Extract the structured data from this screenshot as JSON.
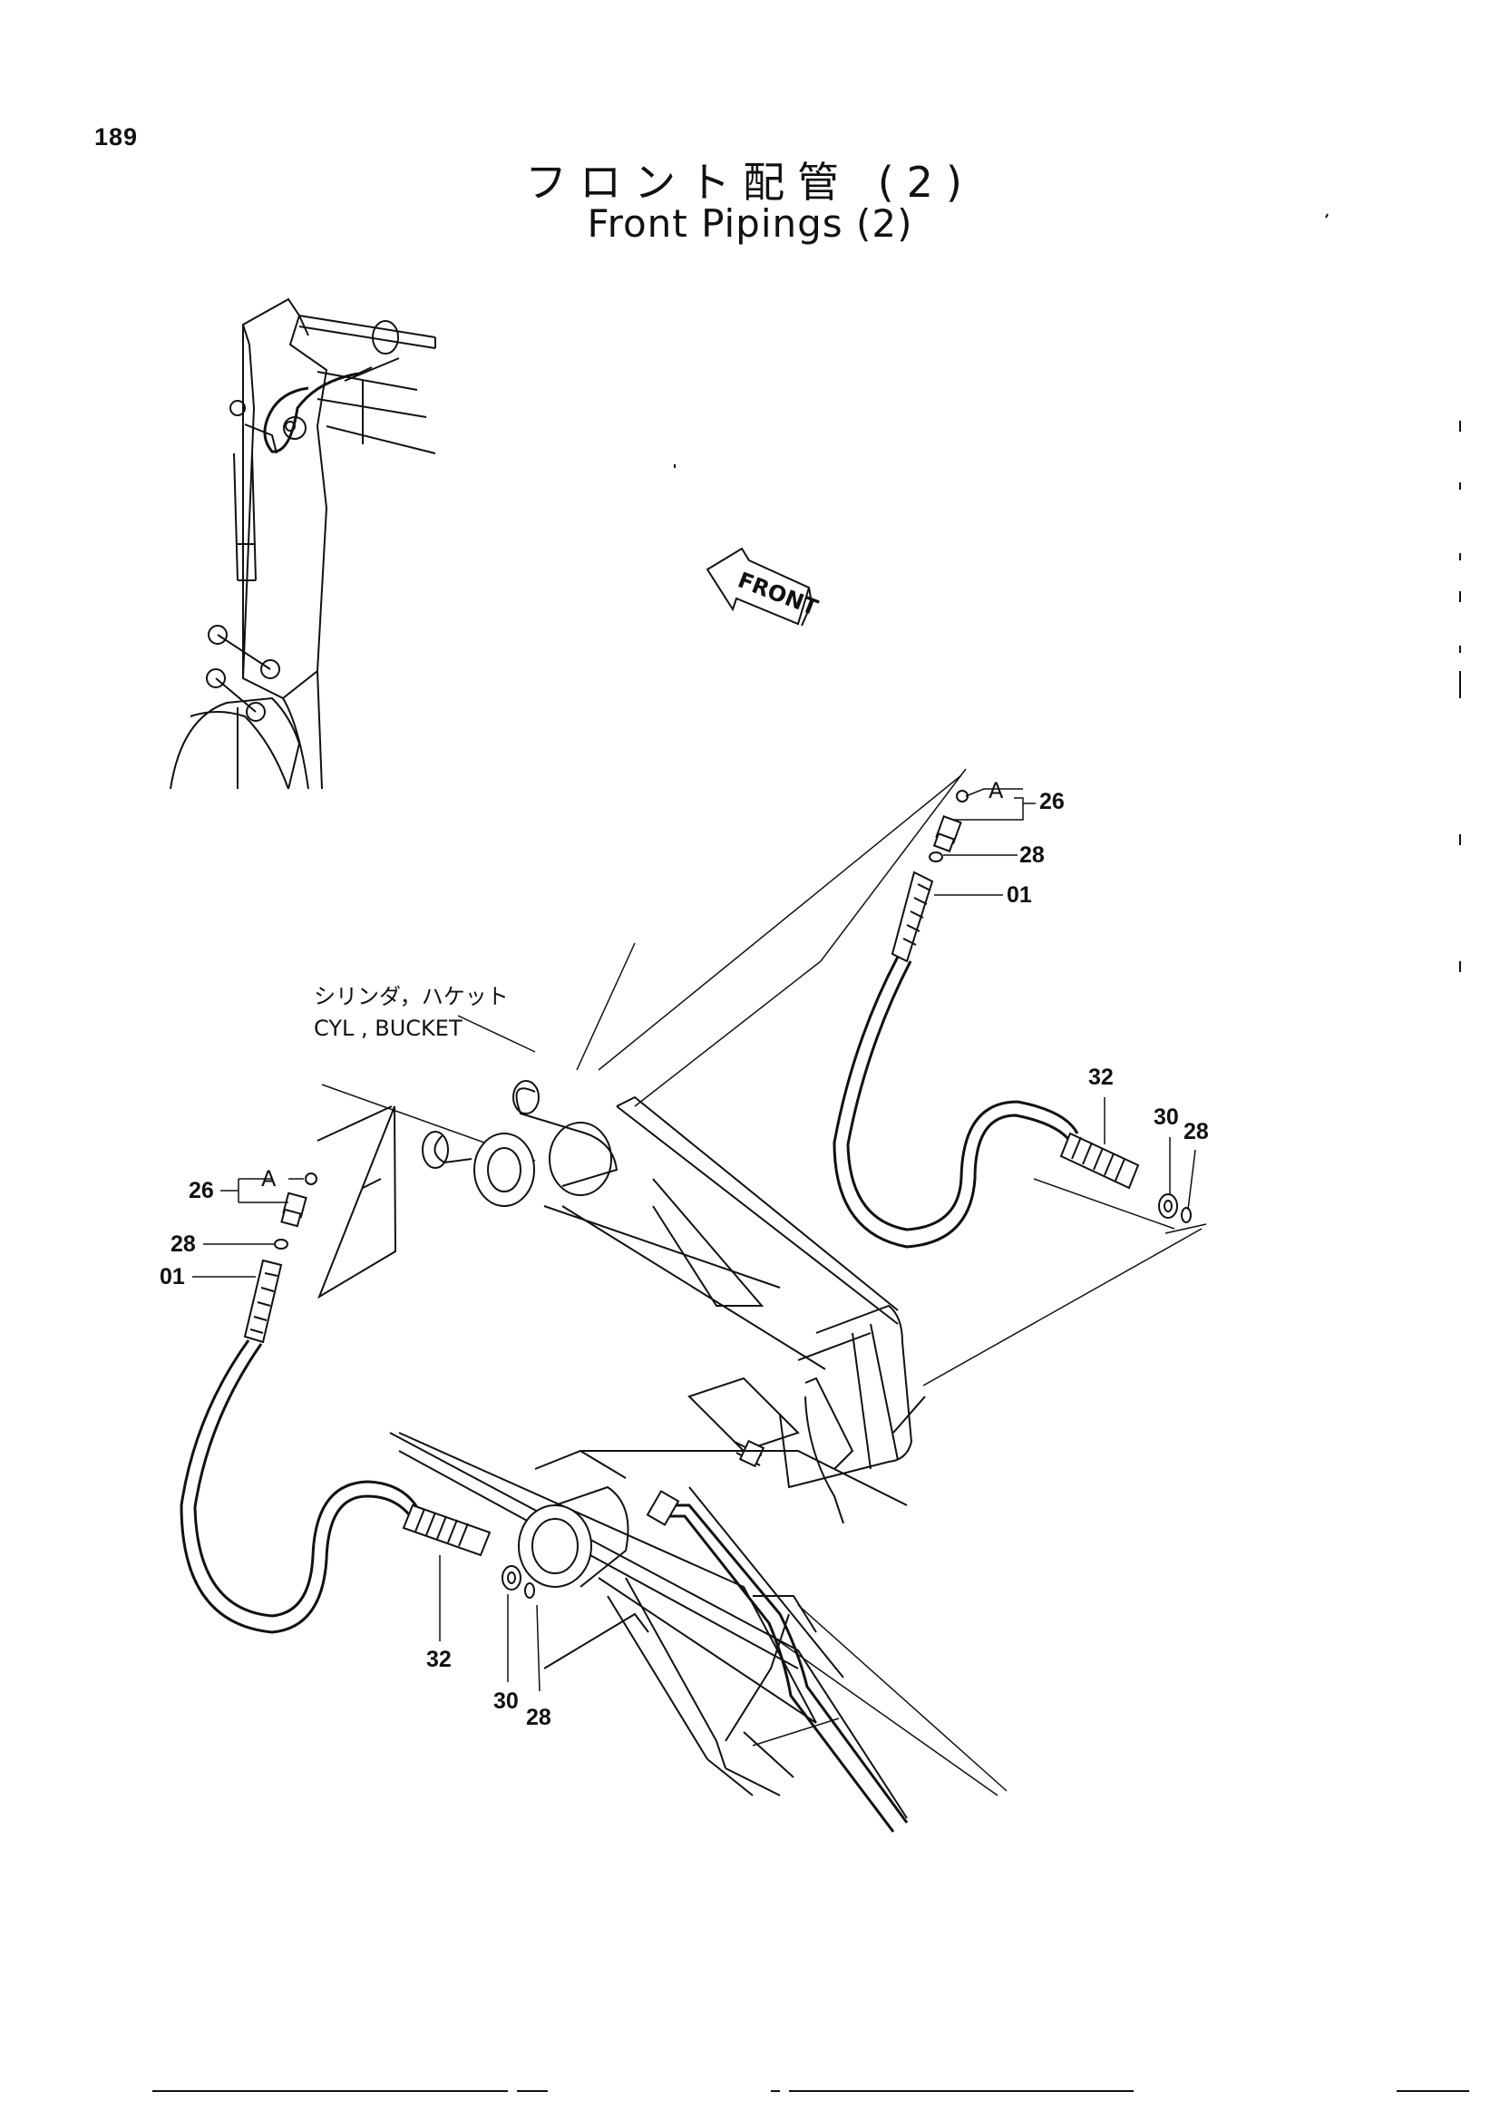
{
  "page_number": "189",
  "title_jp": "フロント配管 (2)",
  "title_en": "Front Pipings (2)",
  "front_arrow_label": "FRONT",
  "component_label": {
    "jp": "シリンダ，ハケット",
    "en": "CYL , BUCKET"
  },
  "connector_marker": "A",
  "callouts": {
    "right_group": {
      "fitting": "26",
      "oring_top": "28",
      "hose": "01",
      "sleeve": "32",
      "washer": "30",
      "oring_bottom": "28"
    },
    "left_group": {
      "fitting": "26",
      "oring_top": "28",
      "hose": "01",
      "sleeve": "32",
      "washer": "30",
      "oring_bottom": "28"
    }
  }
}
